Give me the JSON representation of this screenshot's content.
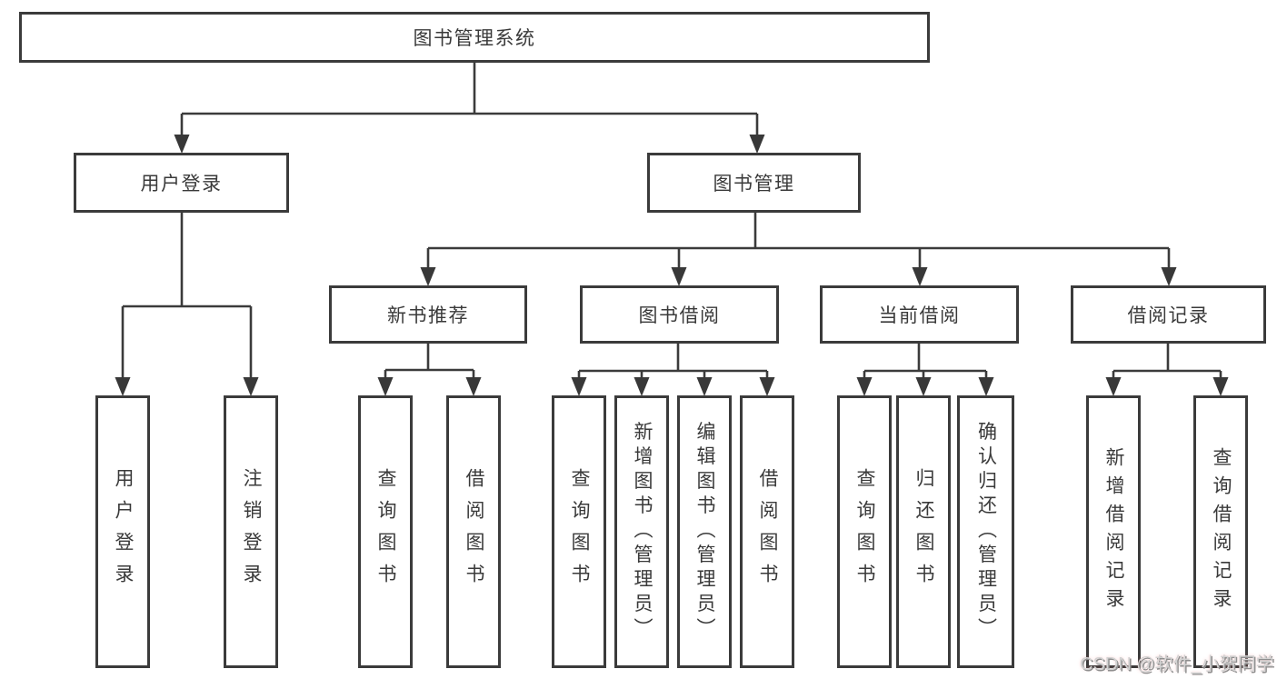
{
  "diagram": {
    "root_label": "图书管理系统",
    "branches": [
      {
        "label": "用户登录",
        "children": [
          {
            "label": "用户登录"
          },
          {
            "label": "注销登录"
          }
        ]
      },
      {
        "label": "图书管理",
        "sections": [
          {
            "label": "新书推荐",
            "children": [
              {
                "label": "查询图书"
              },
              {
                "label": "借阅图书"
              }
            ]
          },
          {
            "label": "图书借阅",
            "children": [
              {
                "label": "查询图书"
              },
              {
                "label": "新增图书（管理员）"
              },
              {
                "label": "编辑图书（管理员）"
              },
              {
                "label": "借阅图书"
              }
            ]
          },
          {
            "label": "当前借阅",
            "children": [
              {
                "label": "查询图书"
              },
              {
                "label": "归还图书"
              },
              {
                "label": "确认归还（管理员）"
              }
            ]
          },
          {
            "label": "借阅记录",
            "children": [
              {
                "label": "新增借阅记录"
              },
              {
                "label": "查询借阅记录"
              }
            ]
          }
        ]
      }
    ]
  },
  "watermark": {
    "text": "CSDN @软件_小贺同学"
  },
  "colors": {
    "line": "#3b3b3b",
    "text": "#3a3a3a",
    "bg": "#ffffff",
    "wm": "#d2d2d2"
  }
}
